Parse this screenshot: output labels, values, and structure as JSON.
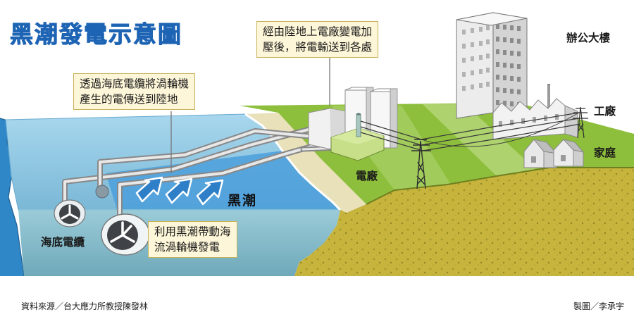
{
  "title": "黑潮發電示意圖",
  "callouts": {
    "land_grid": [
      "經由陸地上電廠變電加",
      "壓後，將電輸送到各處"
    ],
    "cable": [
      "透過海底電纜將渦輪機",
      "產生的電傳送到陸地"
    ],
    "turbine": [
      "利用黑潮帶動海",
      "流渦輪機發電"
    ]
  },
  "labels": {
    "office": "辦公大樓",
    "factory": "工廠",
    "home": "家庭",
    "power_plant": "電廠",
    "kuroshio": "黑潮",
    "seabed_cable": "海底電纜"
  },
  "footer": {
    "source": "資料來源／台大應力所教授陳發林",
    "credit": "製圖／李承宇"
  },
  "colors": {
    "title": "#1e64b4",
    "sea_surface": "#9fd0ea",
    "current": "#4a9fdc",
    "deep_sea": "#7eb7c8",
    "grass": "#8ebf3c",
    "soil": "#c4b13a",
    "callout_bg": "#fdf6d8"
  }
}
